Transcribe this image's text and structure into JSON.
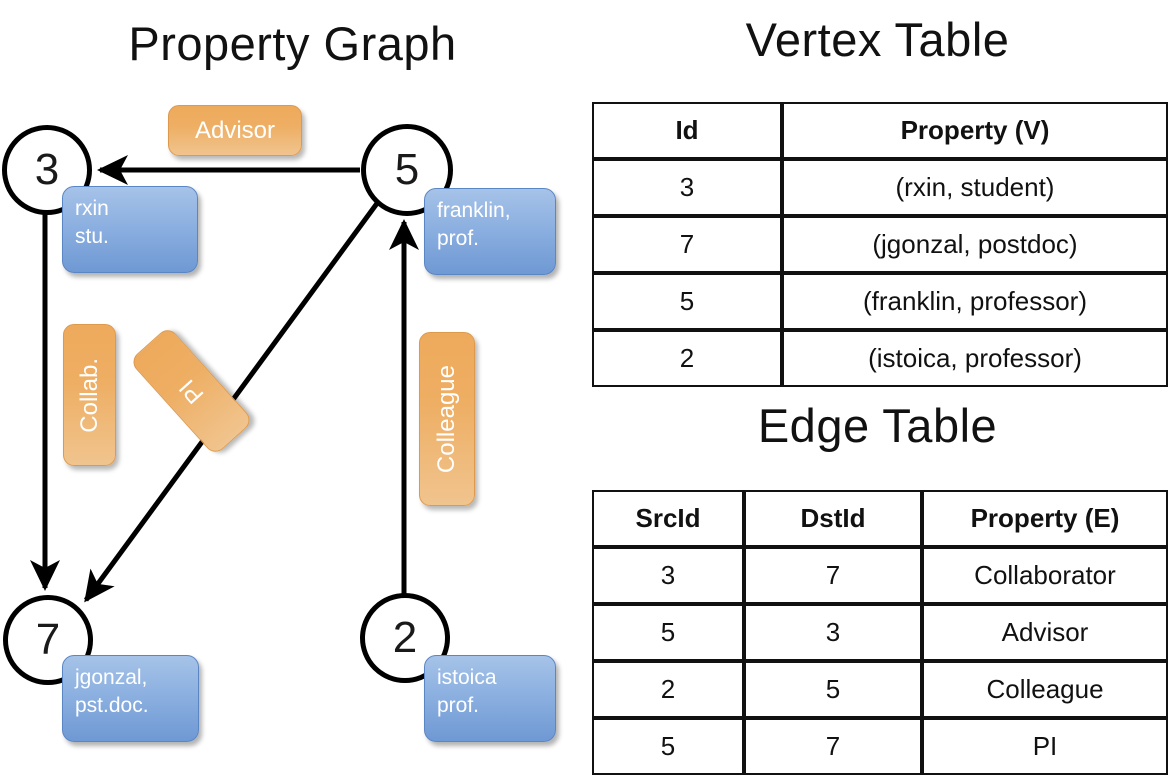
{
  "titles": {
    "property_graph": "Property Graph",
    "vertex_table": "Vertex Table",
    "edge_table": "Edge Table"
  },
  "graph": {
    "nodes": [
      {
        "id": "3",
        "property": "rxin\nstu."
      },
      {
        "id": "5",
        "property": "franklin,\nprof."
      },
      {
        "id": "7",
        "property": "jgonzal,\npst.doc."
      },
      {
        "id": "2",
        "property": "istoica\nprof."
      }
    ],
    "node_labels": {
      "n3": "3",
      "n5": "5",
      "n7": "7",
      "n2": "2"
    },
    "vertex_props": {
      "rxin_line1": "rxin",
      "rxin_line2": "stu.",
      "franklin_line1": "franklin,",
      "franklin_line2": "prof.",
      "jgonzal_line1": "jgonzal,",
      "jgonzal_line2": "pst.doc.",
      "istoica_line1": "istoica",
      "istoica_line2": "prof."
    },
    "edge_labels": {
      "advisor": "Advisor",
      "collab": "Collab.",
      "pi": "PI",
      "colleague": "Colleague"
    },
    "edges": [
      {
        "from": "5",
        "to": "3",
        "label": "Advisor"
      },
      {
        "from": "3",
        "to": "7",
        "label": "Collab."
      },
      {
        "from": "5",
        "to": "7",
        "label": "PI"
      },
      {
        "from": "2",
        "to": "5",
        "label": "Colleague"
      }
    ]
  },
  "vertex_table": {
    "columns": [
      "Id",
      "Property (V)"
    ],
    "rows": [
      {
        "id": "3",
        "property": "(rxin, student)"
      },
      {
        "id": "7",
        "property": "(jgonzal, postdoc)"
      },
      {
        "id": "5",
        "property": "(franklin, professor)"
      },
      {
        "id": "2",
        "property": "(istoica, professor)"
      }
    ]
  },
  "edge_table": {
    "columns": [
      "SrcId",
      "DstId",
      "Property (E)"
    ],
    "rows": [
      {
        "src": "3",
        "dst": "7",
        "property": "Collaborator"
      },
      {
        "src": "5",
        "dst": "3",
        "property": "Advisor"
      },
      {
        "src": "2",
        "dst": "5",
        "property": "Colleague"
      },
      {
        "src": "5",
        "dst": "7",
        "property": "PI"
      }
    ]
  },
  "colors": {
    "vertex_property_fill": "#cfdcf0",
    "edge_property_fill": "#f7ddc2",
    "vertex_box": "#8cb0e0",
    "edge_box": "#eeae63",
    "stroke": "#000000"
  }
}
